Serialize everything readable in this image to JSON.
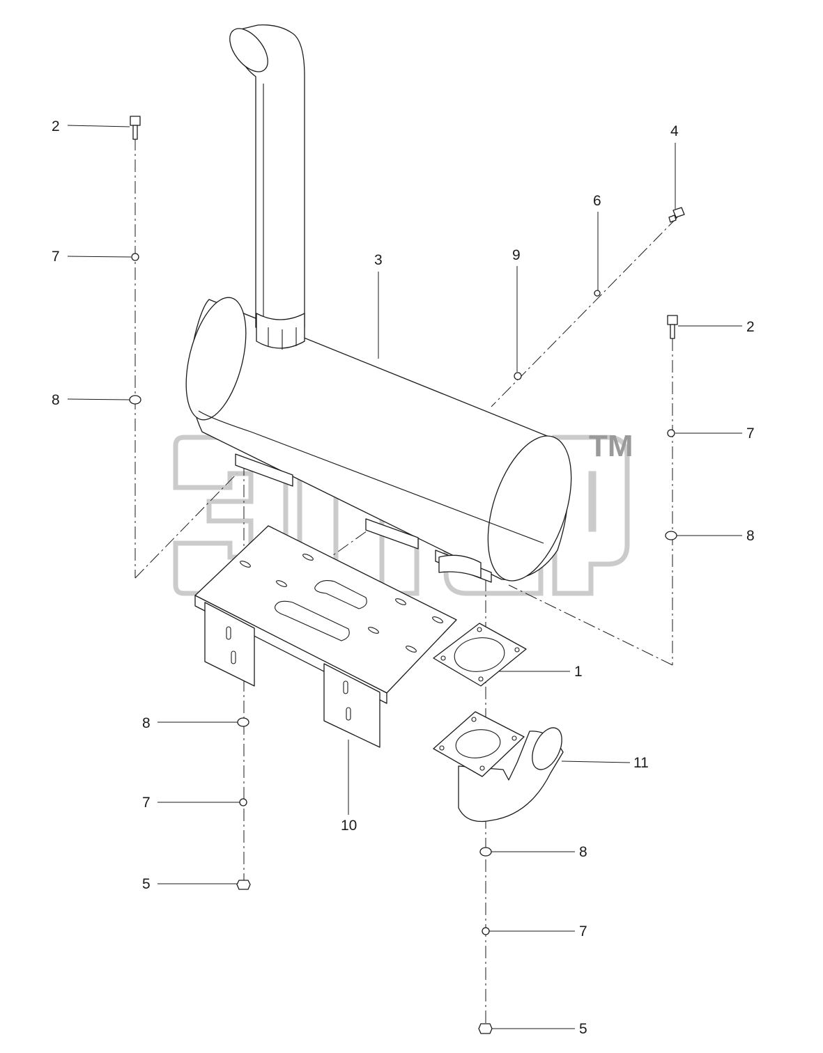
{
  "callouts": [
    {
      "id": "c2a",
      "label": "2"
    },
    {
      "id": "c7a",
      "label": "7"
    },
    {
      "id": "c8a",
      "label": "8"
    },
    {
      "id": "c3",
      "label": "3"
    },
    {
      "id": "c9",
      "label": "9"
    },
    {
      "id": "c6",
      "label": "6"
    },
    {
      "id": "c4",
      "label": "4"
    },
    {
      "id": "c2b",
      "label": "2"
    },
    {
      "id": "c7b",
      "label": "7"
    },
    {
      "id": "c8b",
      "label": "8"
    },
    {
      "id": "c1",
      "label": "1"
    },
    {
      "id": "c11",
      "label": "11"
    },
    {
      "id": "c8c",
      "label": "8"
    },
    {
      "id": "c7c",
      "label": "7"
    },
    {
      "id": "c5a",
      "label": "5"
    },
    {
      "id": "c10",
      "label": "10"
    },
    {
      "id": "c8d",
      "label": "8"
    },
    {
      "id": "c7d",
      "label": "7"
    },
    {
      "id": "c5b",
      "label": "5"
    }
  ],
  "watermark": {
    "trademark": "TM"
  }
}
